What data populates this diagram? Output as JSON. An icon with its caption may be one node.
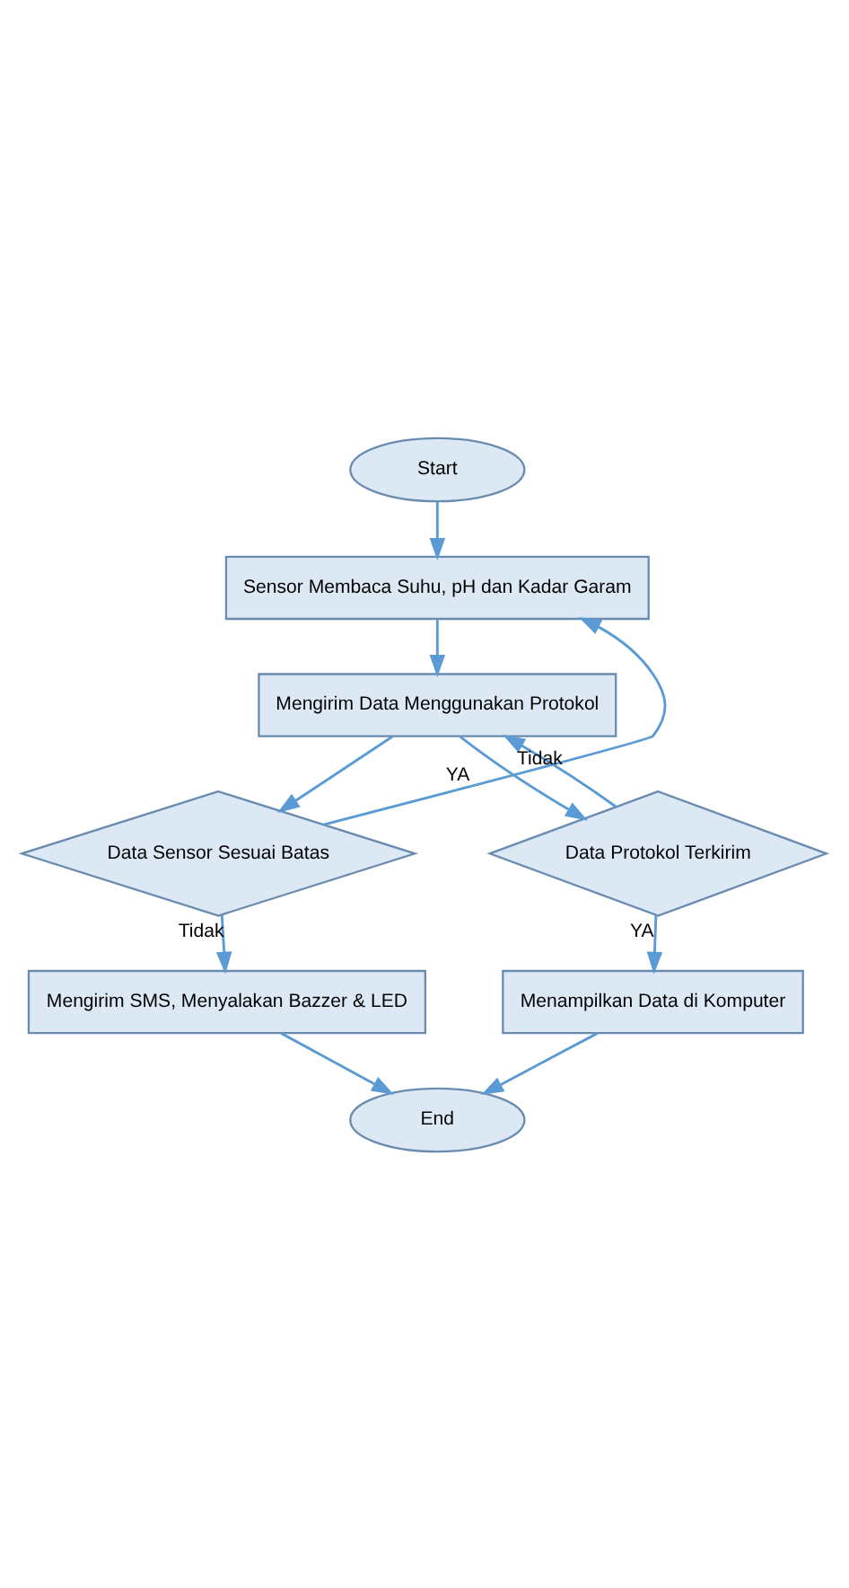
{
  "diagram": {
    "nodes": [
      {
        "text": [
          "Start"
        ]
      },
      {
        "text": [
          "Sensor Membaca Suhu, pH dan Kadar Garam"
        ]
      },
      {
        "text": [
          "Mengirim Data Menggunakan Protokol"
        ]
      },
      {
        "text": [
          "Data Sensor Sesuai Batas"
        ]
      },
      {
        "text": [
          "Data Protokol Terkirim"
        ]
      },
      {
        "text": [
          "Mengirim SMS, Menyalakan Bazzer & LED"
        ]
      },
      {
        "text": [
          "Menampilkan Data di Komputer"
        ]
      },
      {
        "text": [
          "End"
        ]
      }
    ],
    "edges": [
      {
        "from": 0,
        "to": 1,
        "arrow": "to"
      },
      {
        "from": 1,
        "to": 2,
        "arrow": "to"
      },
      {
        "from": 2,
        "to": 3,
        "arrow": "to"
      },
      {
        "from": 2,
        "to": 4,
        "arrow": "to"
      },
      {
        "from": 3,
        "to": 1,
        "arrow": "to",
        "label": "YA"
      },
      {
        "from": 4,
        "to": 2,
        "arrow": "to",
        "label": "Tidak"
      },
      {
        "from": 3,
        "to": 5,
        "arrow": "to",
        "label": "Tidak"
      },
      {
        "from": 4,
        "to": 6,
        "arrow": "to",
        "label": "YA"
      },
      {
        "from": 5,
        "to": 7,
        "arrow": "to"
      },
      {
        "from": 6,
        "to": 7,
        "arrow": "to"
      }
    ]
  }
}
